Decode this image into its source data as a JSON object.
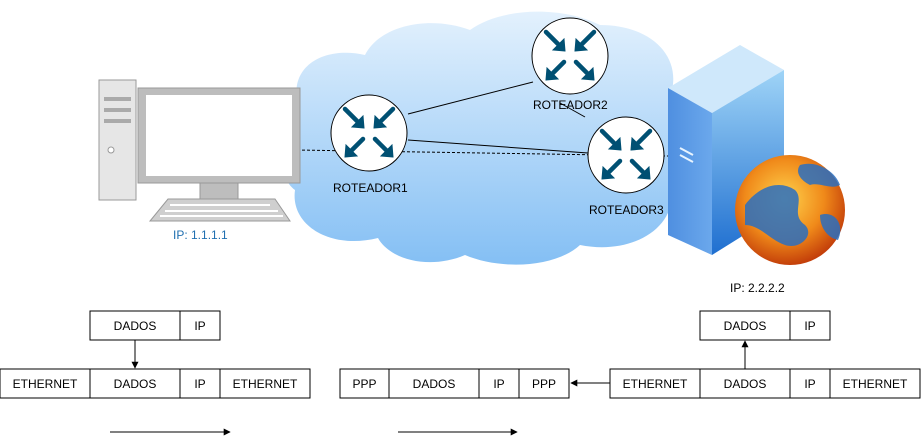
{
  "network": {
    "client_ip": "IP: 1.1.1.1",
    "server_ip": "IP: 2.2.2.2",
    "routers": [
      {
        "label": "ROTEADOR1"
      },
      {
        "label": "ROTEADOR2"
      },
      {
        "label": "ROTEADOR3"
      }
    ]
  },
  "frames": {
    "left_top": [
      "DADOS",
      "IP"
    ],
    "left_bottom": [
      "ETHERNET",
      "DADOS",
      "IP",
      "ETHERNET"
    ],
    "middle": [
      "PPP",
      "DADOS",
      "IP",
      "PPP"
    ],
    "right_bottom": [
      "ETHERNET",
      "DADOS",
      "IP",
      "ETHERNET"
    ],
    "right_top": [
      "DADOS",
      "IP"
    ]
  },
  "colors": {
    "cloud_top": "#cfe6fb",
    "cloud_bottom": "#86c1f5",
    "router_icon": "#005073",
    "client_ip_text": "#1f6fb0"
  }
}
